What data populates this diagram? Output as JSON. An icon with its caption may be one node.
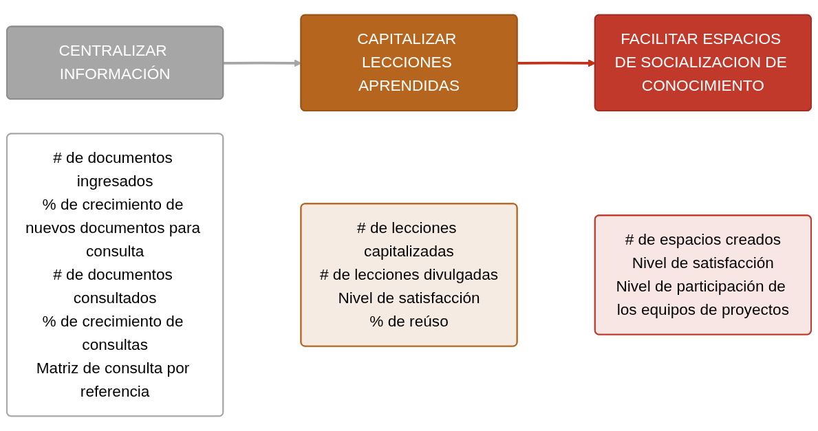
{
  "diagram": {
    "nodes": [
      {
        "text": [
          "CENTRALIZAR INFORMACIÓN"
        ]
      },
      {
        "text": [
          "# de documentos ingresados",
          "% de crecimiento de nuevos documentos para consulta",
          "# de documentos consultados",
          "% de crecimiento de consultas",
          "Matriz de consulta por referencia"
        ]
      },
      {
        "text": [
          "CAPITALIZAR LECCIONES APRENDIDAS"
        ]
      },
      {
        "text": [
          "# de lecciones capitalizadas",
          "# de lecciones divulgadas",
          "Nivel de satisfacción",
          "% de reúso"
        ]
      },
      {
        "text": [
          "FACILITAR ESPACIOS DE SOCIALIZACION DE CONOCIMIENTO"
        ]
      },
      {
        "text": [
          "# de espacios creados",
          "Nivel de satisfacción",
          "Nivel de participación de los equipos de proyectos"
        ]
      }
    ],
    "edges": [
      {
        "from": 0,
        "to": 2,
        "arrow": "to",
        "color": "#a6a6a6"
      },
      {
        "from": 2,
        "to": 4,
        "arrow": "to",
        "color": "#c0311a"
      }
    ]
  }
}
